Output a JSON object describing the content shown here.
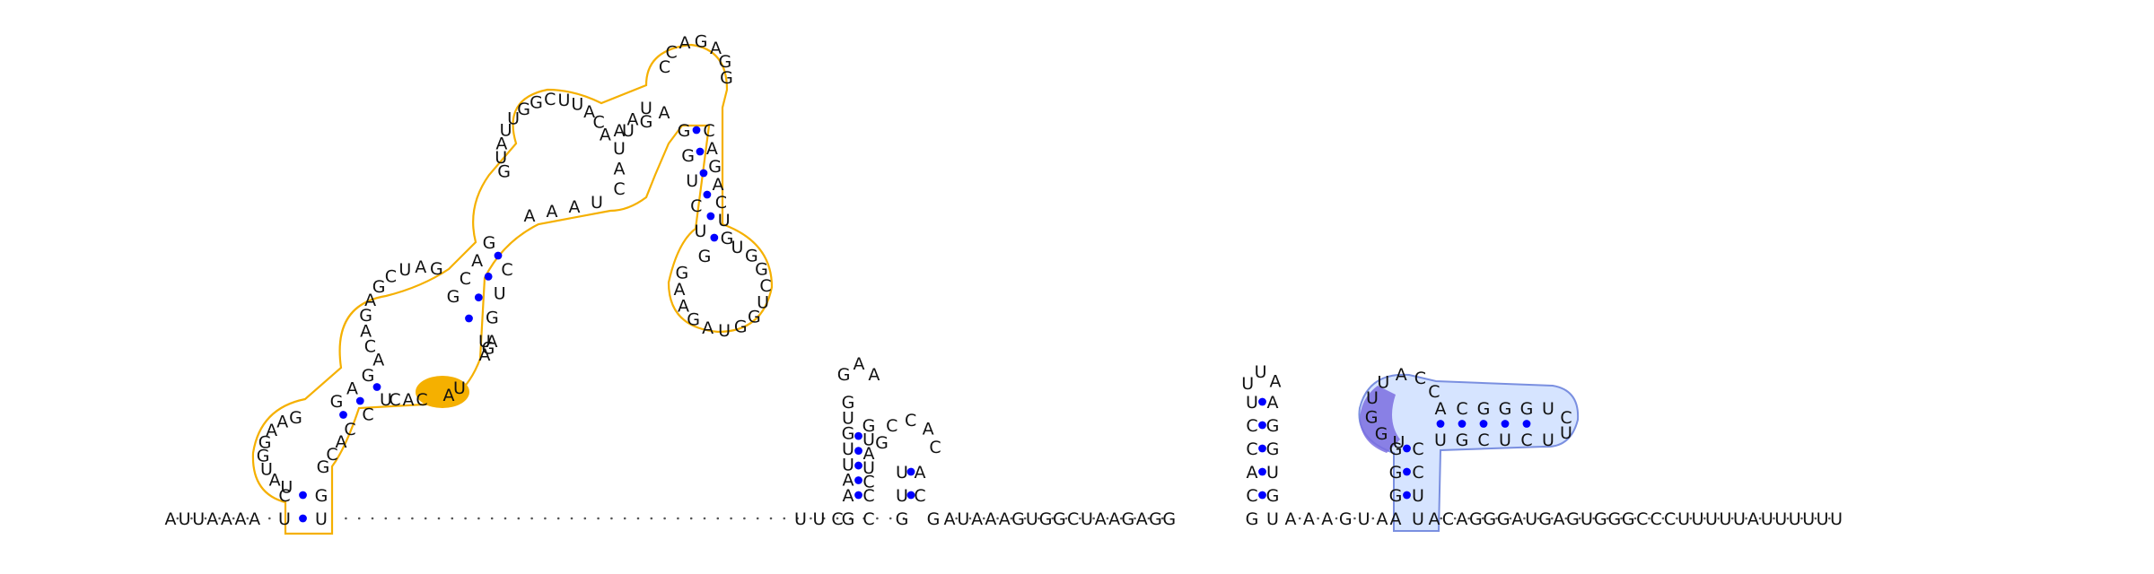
{
  "colors": {
    "background": "#ffffff",
    "base_pair_dot": "#0000ff",
    "backbone": "#555555",
    "highlight_orange": "#f5b000",
    "highlight_orange_outline": "#f5b000",
    "highlight_blue_fill": "#d6e4ff",
    "highlight_blue_outline": "#7a8fe0",
    "highlight_purple": "#7b6fe0"
  },
  "sequence": {
    "prefix": "AUUAAAA",
    "hairpin1_left": "UC",
    "hairpin1_loop": "UAUGGAAG",
    "internal1_left": "GAGCA",
    "orange_domain_5p": "ACAGAGCUAGGCAGCAUUAUUGGCUUACAACUCCAGAGGCAG",
    "orange_domain_3p": "CUGGCUGGUAGGUCUGACGAUAGUCAAAUGUCUGUGUAAGUCAC",
    "hairpin1_right": "AG",
    "spacer_1": "U.........................................",
    "gap_before_helix2": "UUC",
    "helix2": "GAUUGGGAAGAUUUCCGCCACAUGGCG",
    "middle_run": "AUAAAGUGGCUAAGAGG",
    "helix3": "CACCUUUAAGGUGG",
    "after_helix3": "UAAAGUA",
    "blue_domain": "GGGUUGGUACCACGGGUCUCUCGUCCCU",
    "suffix": "ACAGGGAUGAGUGGGCCCUUUUUAUUUUUU"
  },
  "labels": {
    "row_5p": "A·U·U·A·A·A·A",
    "row_tail": "A·C·A·G·G·G·A·U·G·A·G·U·G·G·G·C·C·C·U·U·U·U·U·A·U·U·U·U·U·U"
  }
}
